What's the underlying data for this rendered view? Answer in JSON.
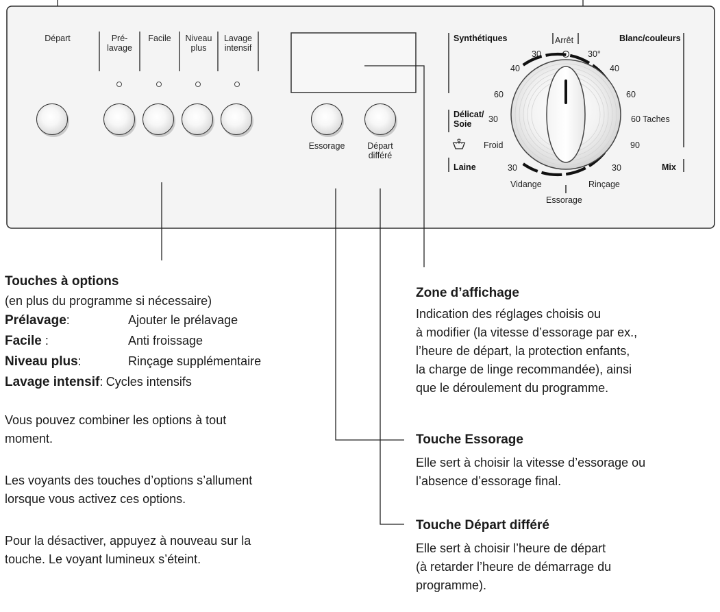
{
  "panel": {
    "buttons": {
      "depart": "Départ",
      "prelavage": [
        "Pré-",
        "lavage"
      ],
      "facile": "Facile",
      "niveau_plus": [
        "Niveau",
        "plus"
      ],
      "lavage_intensif": [
        "Lavage",
        "intensif"
      ],
      "essorage": "Essorage",
      "depart_differe": [
        "Départ",
        "différé"
      ]
    },
    "dial": {
      "groups": {
        "synthetiques": "Synthétiques",
        "blanc_couleurs": "Blanc/couleurs",
        "delicat_soie": [
          "Délicat/",
          "Soie"
        ],
        "laine": "Laine",
        "mix": "Mix"
      },
      "marks": {
        "arret": "Arrêt",
        "synth_30": "30",
        "synth_40": "40",
        "synth_60": "60",
        "delicat_30": "30",
        "froid": "Froid",
        "laine_30": "30",
        "vidange": "Vidange",
        "essorage": "Essorage",
        "rincage": "Rinçage",
        "mix_30": "30",
        "bc_90": "90",
        "bc_60_taches": "60 Taches",
        "bc_60": "60",
        "bc_40": "40",
        "bc_30": "30°"
      },
      "wool_icon": "wool-icon"
    }
  },
  "sections": {
    "options": {
      "title": "Touches à options",
      "subtitle": "(en plus du programme si nécessaire)",
      "items": [
        {
          "name": "Prélavage",
          "sep": ":",
          "desc": "Ajouter le prélavage"
        },
        {
          "name": "Facile",
          "sep": " :",
          "desc": "Anti froissage"
        },
        {
          "name": "Niveau plus",
          "sep": ":",
          "desc": "Rinçage supplémentaire"
        },
        {
          "name": "Lavage intensif",
          "sep": ":",
          "desc": "Cycles intensifs"
        }
      ],
      "para1": [
        "Vous pouvez combiner les options à tout",
        "moment."
      ],
      "para2": [
        "Les voyants des touches d’options s’allument",
        "lorsque vous activez ces options."
      ],
      "para3": [
        "Pour la désactiver, appuyez à nouveau sur la",
        "touche. Le voyant lumineux s’éteint."
      ]
    },
    "display": {
      "title": "Zone d’affichage",
      "lines": [
        "Indication des réglages choisis ou",
        "à modifier (la vitesse d’essorage par ex.,",
        "l’heure de départ, la protection enfants,",
        "la charge de linge recommandée), ainsi",
        "que le déroulement du programme."
      ]
    },
    "spin": {
      "title": "Touche Essorage",
      "lines": [
        "Elle sert à choisir la vitesse d’essorage ou",
        "l’absence d’essorage final."
      ]
    },
    "delay": {
      "title": "Touche Départ différé",
      "lines": [
        "Elle sert à choisir l’heure de départ",
        "(à retarder l’heure de démarrage du",
        "programme)."
      ]
    }
  }
}
